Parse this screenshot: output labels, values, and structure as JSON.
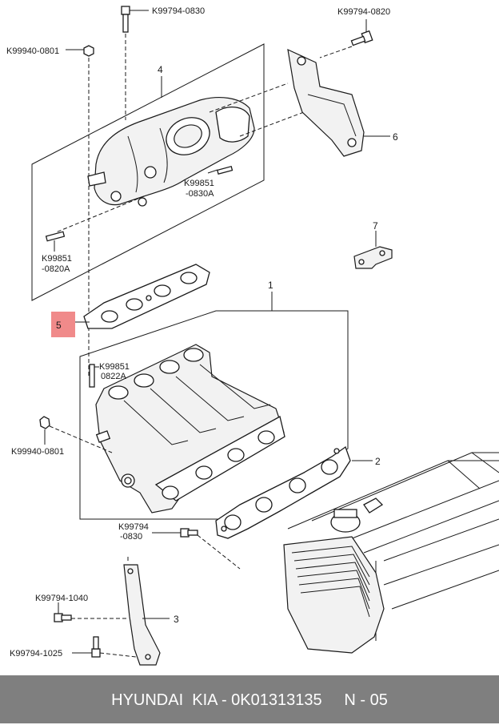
{
  "labels": {
    "k99794_0830_top": "K99794-0830",
    "k99794_0820": "K99794-0820",
    "k99940_0801": "K99940-0801",
    "k99851_0830a_1": "K99851",
    "k99851_0830a_2": "-0830A",
    "k99851_0820a_1": "K99851",
    "k99851_0820a_2": "-0820A",
    "k99851_0822a_1": "K99851",
    "k99851_0822a_2": "0822A",
    "k99940_0801_low": "K99940-0801",
    "k99794_0830_mid_1": "K99794",
    "k99794_0830_mid_2": "-0830",
    "k99794_1040": "K99794-1040",
    "k99794_1025": "K99794-1025"
  },
  "callouts": {
    "part1": "1",
    "part2": "2",
    "part3": "3",
    "part4": "4",
    "part5": "5",
    "part6": "6",
    "part7": "7"
  },
  "highlight_color": "#f08a8a",
  "footer": {
    "text": "HYUNDAI  KIA - 0K01313135     N - 05",
    "background": "#7f7f7f"
  }
}
